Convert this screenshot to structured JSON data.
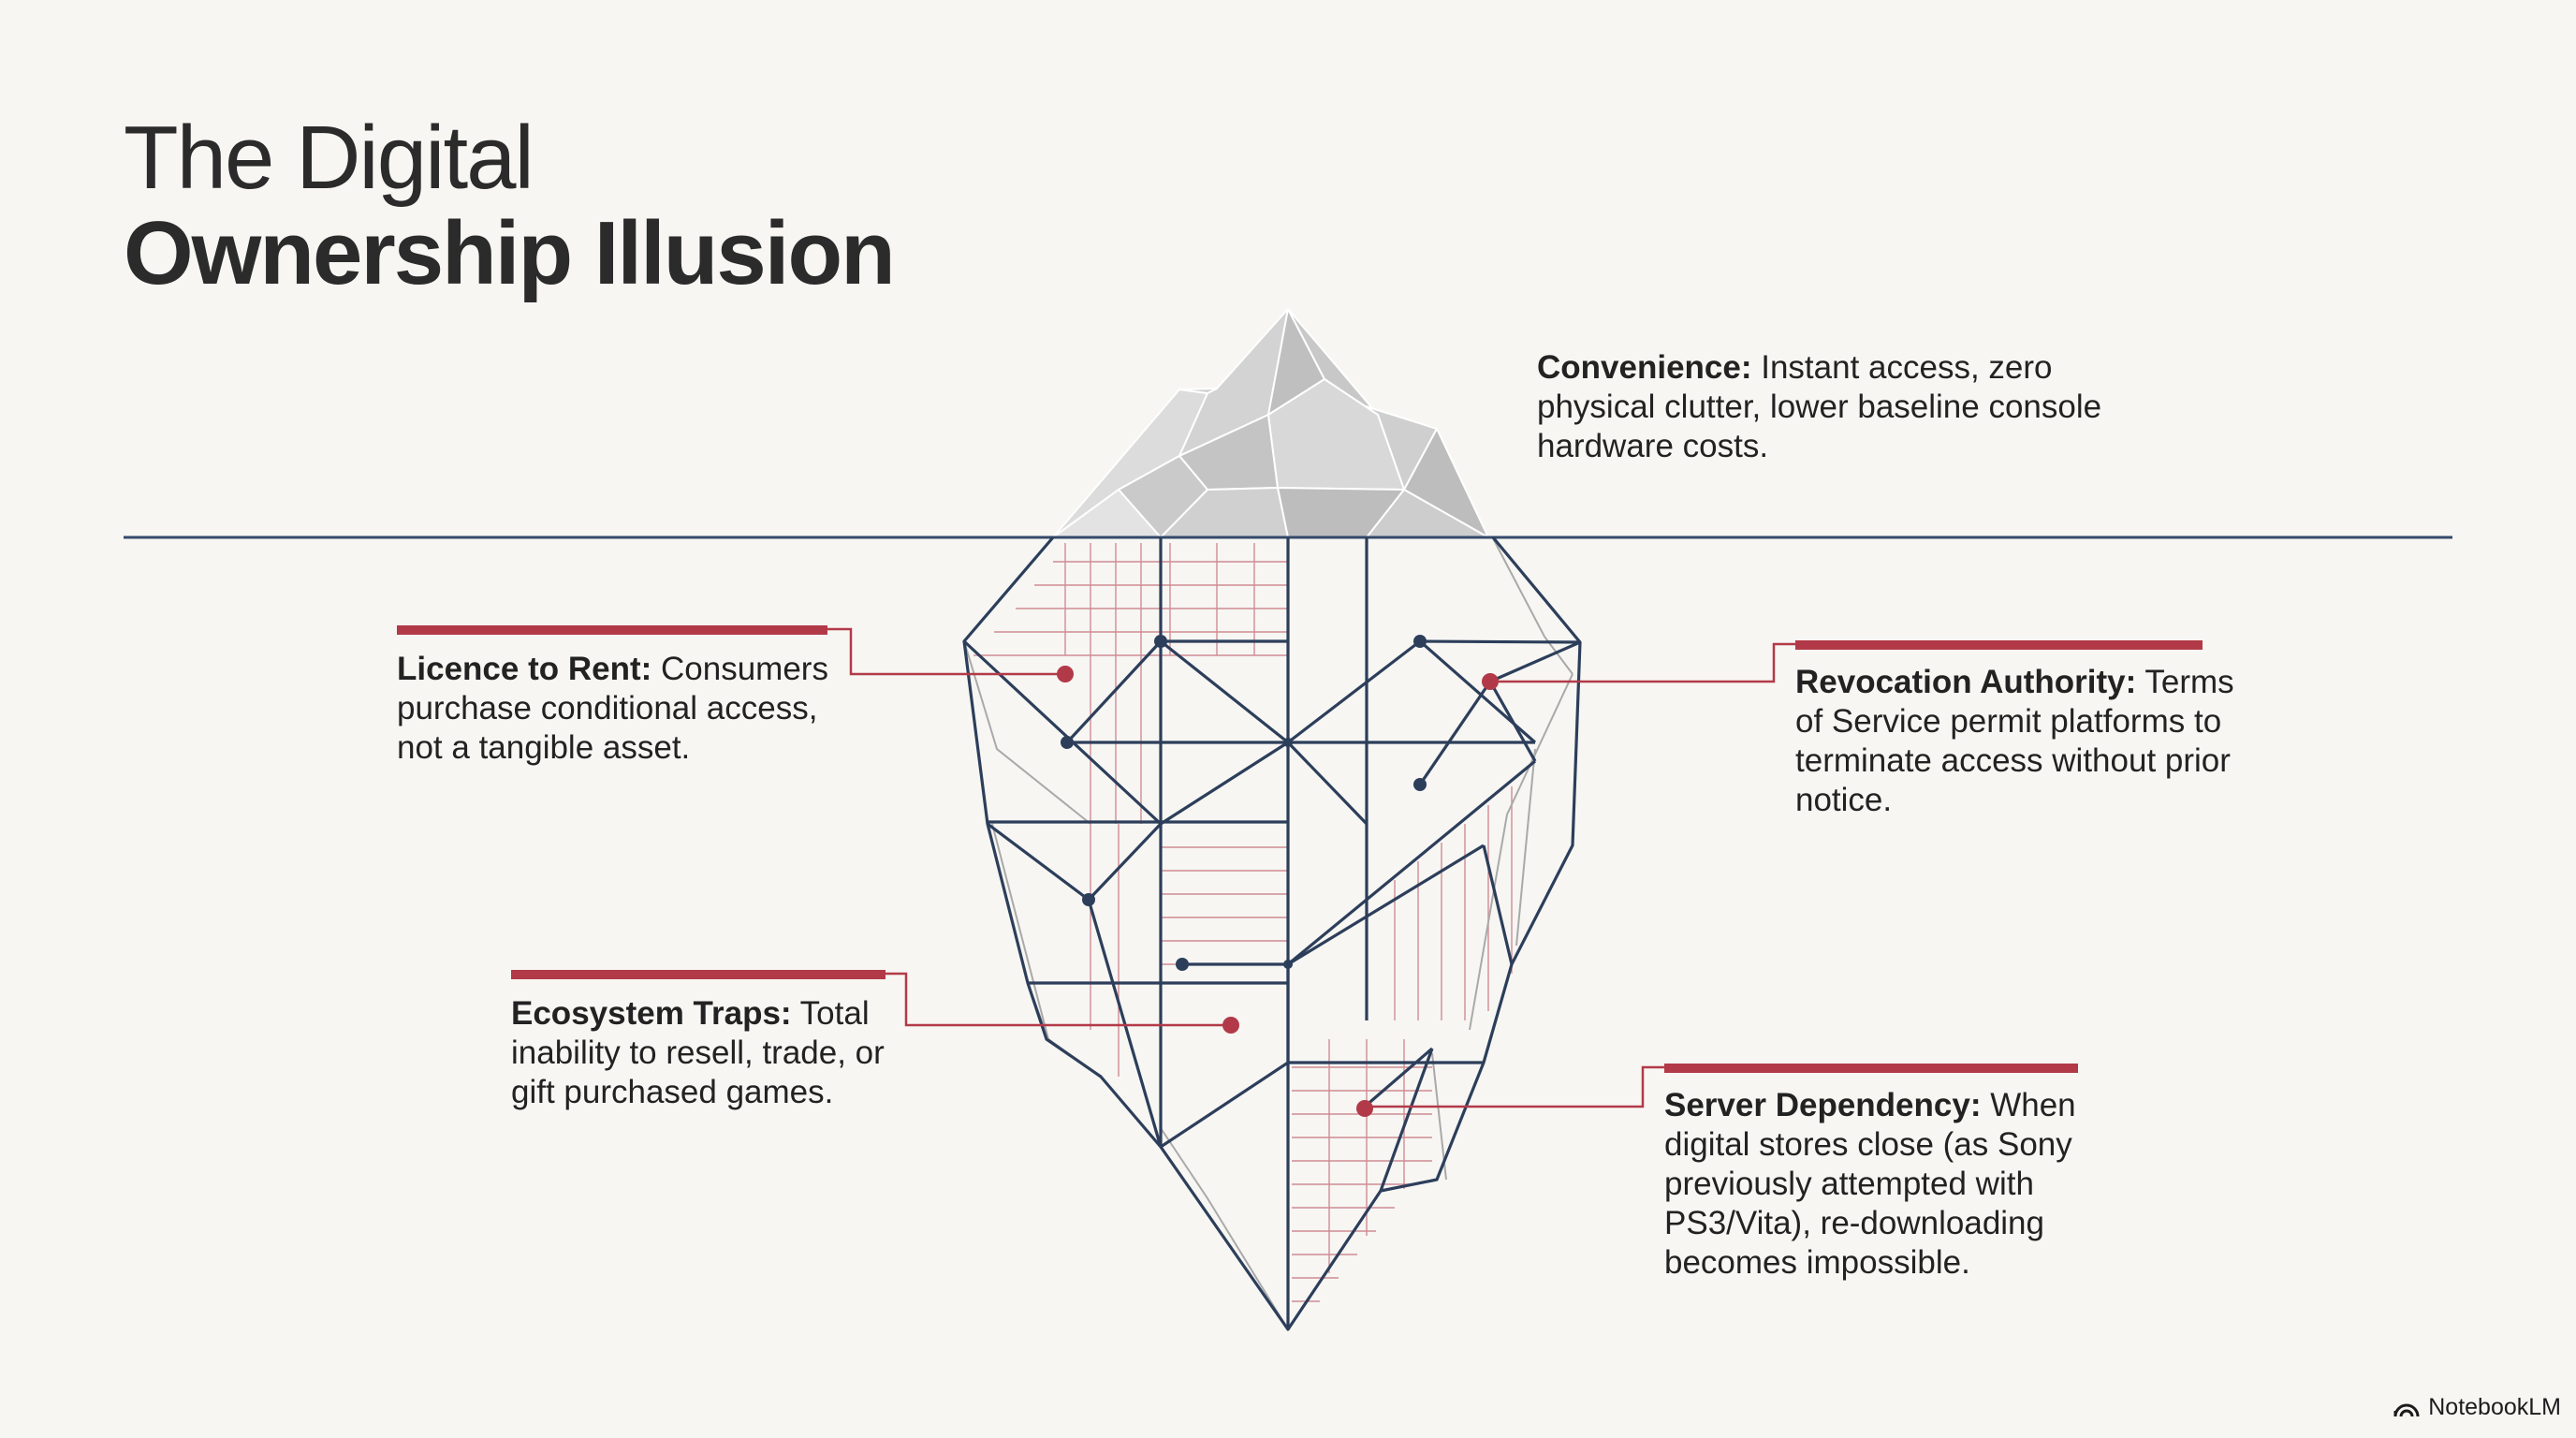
{
  "title": {
    "line1": "The Digital",
    "line2": "Ownership Illusion"
  },
  "callouts": [
    {
      "head": "Convenience:",
      "body": " Instant access, zero physical clutter, lower baseline console hardware costs."
    },
    {
      "head": "Licence to Rent:",
      "body": " Consumers purchase conditional access, not a tangible asset."
    },
    {
      "head": "Revocation Authority:",
      "body": " Terms of Service permit platforms to terminate access without prior notice."
    },
    {
      "head": "Ecosystem Traps:",
      "body": " Total inability to resell, trade, or gift purchased games."
    },
    {
      "head": "Server Dependency:",
      "body": " When digital stores close (as Sony previously attempted with PS3/Vita), re-downloading becomes impossible."
    }
  ],
  "brand": {
    "name": "NotebookLM",
    "icon": "notebooklm-logo-icon"
  },
  "colors": {
    "accent_red": "#b23a48",
    "navy": "#2c3e5a",
    "waterline": "#34496b",
    "text": "#222222"
  }
}
